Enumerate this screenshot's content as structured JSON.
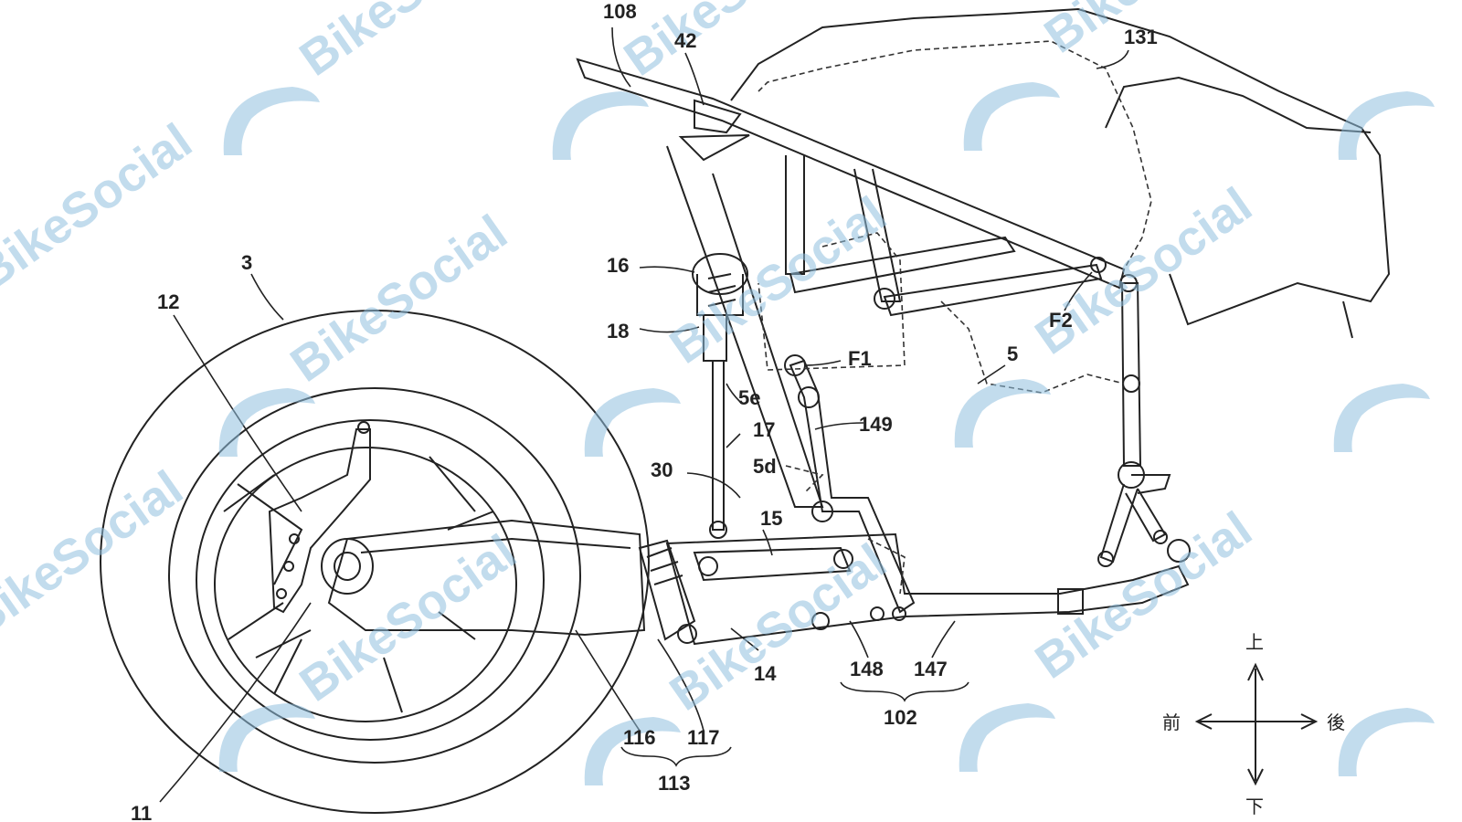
{
  "labels": {
    "l108": "108",
    "l42": "42",
    "l131": "131",
    "l3": "3",
    "l12": "12",
    "l16": "16",
    "l18": "18",
    "lF1": "F1",
    "lF2": "F2",
    "l5": "5",
    "l5e": "5e",
    "l17": "17",
    "l149": "149",
    "l30": "30",
    "l5d": "5d",
    "l15": "15",
    "l14": "14",
    "l148": "148",
    "l147": "147",
    "l102": "102",
    "l116": "116",
    "l117": "117",
    "l113": "113",
    "l11": "11"
  },
  "directions": {
    "up": "上",
    "down": "下",
    "front": "前",
    "rear": "後"
  },
  "watermark": {
    "text": "BikeSocial",
    "color": "#8fbfdf"
  }
}
